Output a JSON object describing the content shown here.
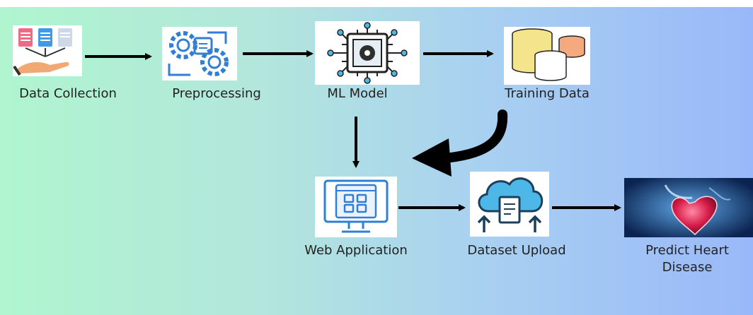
{
  "diagram": {
    "nodes": {
      "data_collection": {
        "label": "Data Collection",
        "icon": "data-collection-icon"
      },
      "preprocessing": {
        "label": "Preprocessing",
        "icon": "gears-icon"
      },
      "ml_model": {
        "label": "ML Model",
        "icon": "chip-icon"
      },
      "training_data": {
        "label": "Training Data",
        "icon": "database-icon"
      },
      "web_application": {
        "label": "Web Application",
        "icon": "web-app-icon"
      },
      "dataset_upload": {
        "label": "Dataset Upload",
        "icon": "cloud-upload-icon"
      },
      "predict_heart_disease": {
        "label_line1": "Predict  Heart",
        "label_line2": "Disease",
        "icon": "heart-image"
      }
    },
    "edges": [
      [
        "Data Collection",
        "Preprocessing"
      ],
      [
        "Preprocessing",
        "ML Model"
      ],
      [
        "ML Model",
        "Training Data"
      ],
      [
        "ML Model",
        "Web Application"
      ],
      [
        "Training Data",
        "Web Application"
      ],
      [
        "Web Application",
        "Dataset Upload"
      ],
      [
        "Dataset Upload",
        "Predict  Heart Disease"
      ]
    ],
    "colors": {
      "gradient_left": "#aff5cf",
      "gradient_right": "#9ab8f9",
      "icon_blue": "#2f7fd6",
      "icon_dark": "#222222",
      "arrow": "#000000"
    }
  }
}
